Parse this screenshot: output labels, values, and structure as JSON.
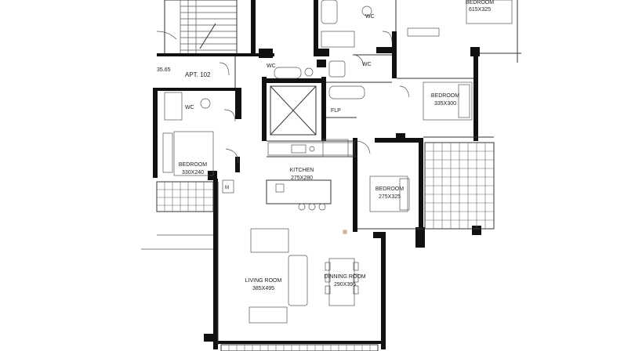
{
  "plan": {
    "apartment_label": "APT. 102",
    "level_mark": "35.65",
    "rooms": [
      {
        "id": "bedroom-top-right",
        "name": "BEDROOM",
        "size": "615X325"
      },
      {
        "id": "bedroom-right",
        "name": "BEDROOM",
        "size": "335X300"
      },
      {
        "id": "bedroom-left",
        "name": "BEDROOM",
        "size": "330X240"
      },
      {
        "id": "kitchen",
        "name": "KITCHEN",
        "size": "275X280"
      },
      {
        "id": "bedroom-middle",
        "name": "BEDROOM",
        "size": "275X325"
      },
      {
        "id": "living-room",
        "name": "LIVING ROOM",
        "size": "385X495"
      },
      {
        "id": "dining-room",
        "name": "DINNING ROOM",
        "size": "290X395"
      }
    ],
    "wc_labels": [
      "WC",
      "WC",
      "WC",
      "WC"
    ],
    "fixture_labels": {
      "flp": "FLP",
      "meter": "M"
    }
  },
  "colors": {
    "wall": "#111111",
    "line": "#333333",
    "accent_dot": "#c9b8a8"
  }
}
